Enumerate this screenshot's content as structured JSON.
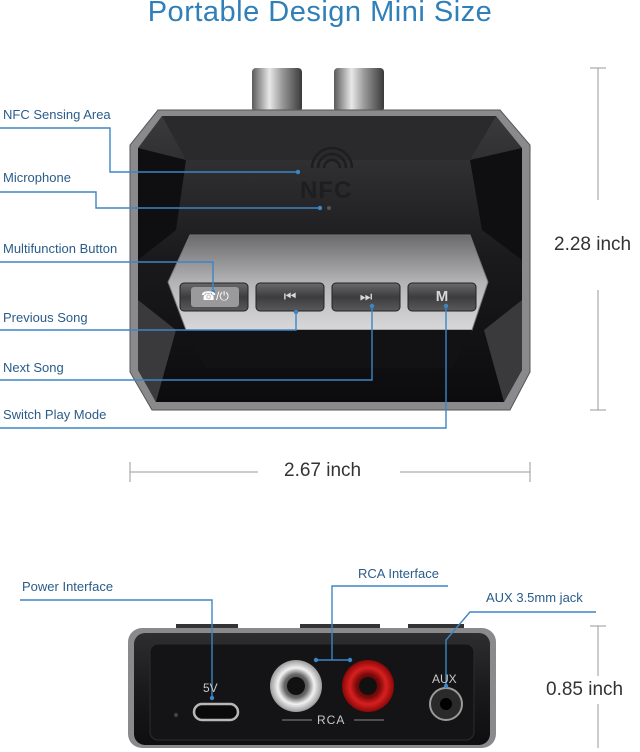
{
  "title": "Portable Design Mini Size",
  "top_device": {
    "nfc_mark": "NFC",
    "labels": {
      "nfc": "NFC Sensing Area",
      "mic": "Microphone",
      "multi": "Multifunction Button",
      "prev": "Previous Song",
      "next": "Next Song",
      "mode": "Switch Play Mode"
    },
    "buttons": {
      "multi_glyph": "☎/⏻",
      "prev_glyph": "⏮",
      "next_glyph": "⏭",
      "mode_glyph": "M"
    },
    "height_dim": "2.28 inch",
    "width_dim": "2.67 inch"
  },
  "bottom_device": {
    "labels": {
      "power": "Power Interface",
      "rca": "RCA Interface",
      "aux": "AUX 3.5mm jack"
    },
    "marks": {
      "five_v": "5V",
      "rca": "RCA",
      "aux": "AUX"
    },
    "height_dim": "0.85 inch"
  },
  "colors": {
    "accent": "#2f7fb8",
    "leader": "#3b86c6",
    "device_dark": "#1c1c1e",
    "rca_red": "#c81818"
  }
}
